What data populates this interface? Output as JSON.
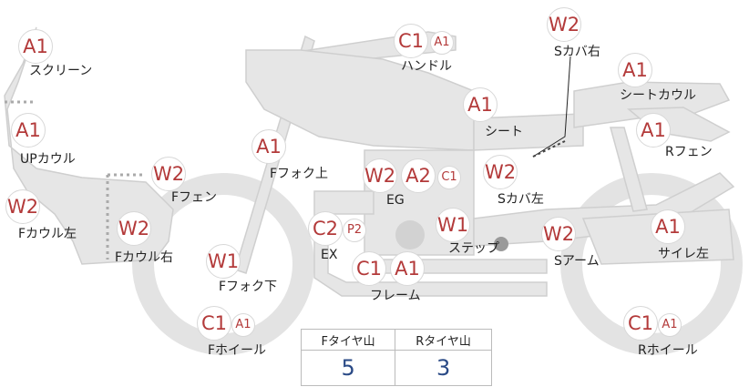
{
  "parts": [
    {
      "id": "screen",
      "label": "スクリーン",
      "grades": [
        "A1"
      ]
    },
    {
      "id": "upper-cowl",
      "label": "UPカウル",
      "grades": [
        "A1"
      ]
    },
    {
      "id": "f-cowl-left",
      "label": "Fカウル左",
      "grades": [
        "W2"
      ]
    },
    {
      "id": "f-cowl-right",
      "label": "Fカウル右",
      "grades": [
        "W2"
      ]
    },
    {
      "id": "f-fender",
      "label": "Fフェン",
      "grades": [
        "W2"
      ]
    },
    {
      "id": "f-fork-upper",
      "label": "Fフォク上",
      "grades": [
        "A1"
      ]
    },
    {
      "id": "f-fork-lower",
      "label": "Fフォク下",
      "grades": [
        "W1"
      ]
    },
    {
      "id": "f-wheel",
      "label": "Fホイール",
      "grades": [
        "C1",
        "A1"
      ]
    },
    {
      "id": "handle",
      "label": "ハンドル",
      "grades": [
        "C1",
        "A1"
      ]
    },
    {
      "id": "engine",
      "label": "EG",
      "grades": [
        "W2",
        "A2",
        "C1"
      ]
    },
    {
      "id": "exhaust",
      "label": "EX",
      "grades": [
        "C2",
        "P2"
      ]
    },
    {
      "id": "frame",
      "label": "フレーム",
      "grades": [
        "C1",
        "A1"
      ]
    },
    {
      "id": "step",
      "label": "ステップ",
      "grades": [
        "W1"
      ]
    },
    {
      "id": "seat",
      "label": "シート",
      "grades": [
        "A1"
      ]
    },
    {
      "id": "s-cover-left",
      "label": "Sカバ左",
      "grades": [
        "W2"
      ]
    },
    {
      "id": "s-cover-right",
      "label": "Sカバ右",
      "grades": [
        "W2"
      ]
    },
    {
      "id": "seat-cowl",
      "label": "シートカウル",
      "grades": [
        "A1"
      ]
    },
    {
      "id": "r-fender",
      "label": "Rフェン",
      "grades": [
        "A1"
      ]
    },
    {
      "id": "swingarm",
      "label": "Sアーム",
      "grades": [
        "W2"
      ]
    },
    {
      "id": "silencer-left",
      "label": "サイレ左",
      "grades": [
        "A1"
      ]
    },
    {
      "id": "r-wheel",
      "label": "Rホイール",
      "grades": [
        "C1",
        "A1"
      ]
    }
  ],
  "tires": {
    "front_label": "Fタイヤ山",
    "rear_label": "Rタイヤ山",
    "front_value": "5",
    "rear_value": "3"
  },
  "colors": {
    "grade": "#b33a3a",
    "tire_value": "#2a4a86",
    "body": "#e6e6e6",
    "outline": "#cfcfcf"
  }
}
